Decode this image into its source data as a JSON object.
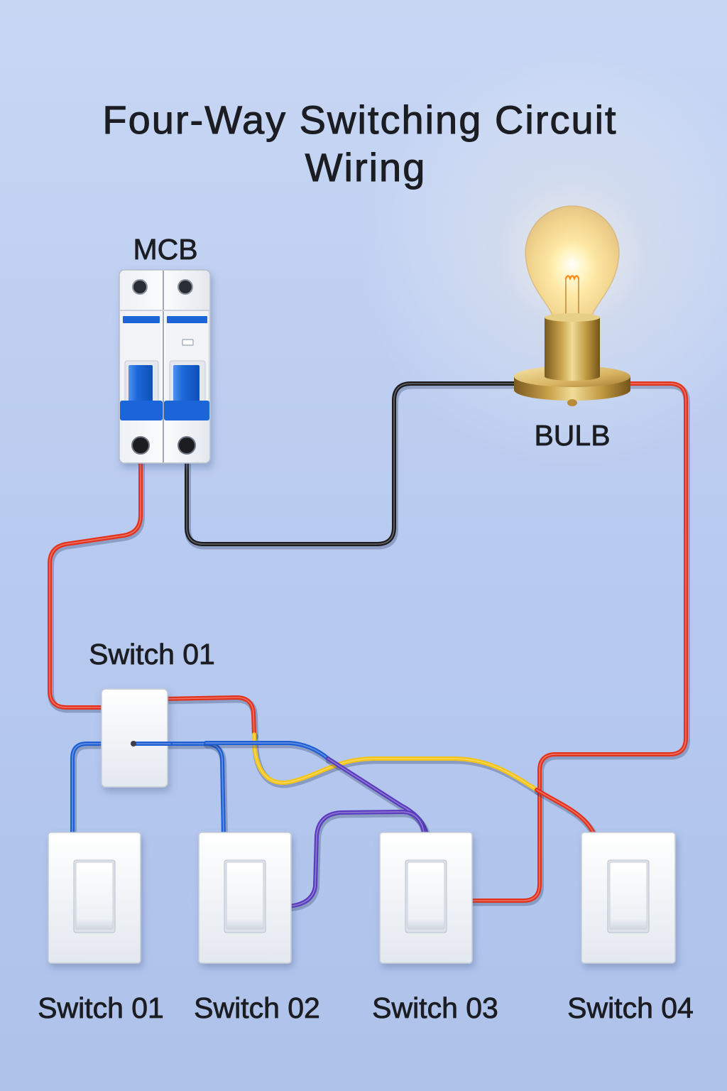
{
  "title": {
    "line1": "Four-Way Switching Circuit",
    "line2": "Wiring"
  },
  "mcb": {
    "label": "MCB"
  },
  "bulb": {
    "label": "BULB"
  },
  "junction_switch": {
    "label": "Switch 01"
  },
  "switches": [
    {
      "label": "Switch 01"
    },
    {
      "label": "Switch 02"
    },
    {
      "label": "Switch 03"
    },
    {
      "label": "Switch 04"
    }
  ],
  "colors": {
    "live_wire": "#e3321c",
    "neutral_wire": "#1c1c1f",
    "traveler_blue": "#1f5fd4",
    "traveler_yellow": "#f4c417",
    "traveler_purple": "#5b3cbf",
    "mcb_accent": "#1a66d9"
  }
}
